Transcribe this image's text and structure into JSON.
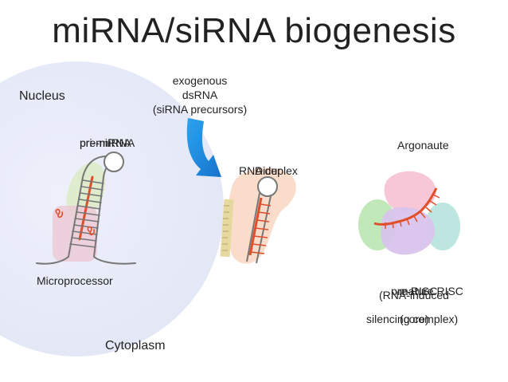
{
  "slide": {
    "title": "miRNA/siRNA biogenesis"
  },
  "labels": {
    "nucleus": "Nucleus",
    "cytoplasm": "Cytoplasm",
    "exogenous": [
      "exogenous",
      "dsRNA",
      "(siRNA precursors)"
    ],
    "pri_mirna": "pri-miRNA",
    "pre_mirna": "pre-miRNA",
    "microprocessor": "Microprocessor",
    "rna_duplex": "RNA duplex",
    "dicer": "Dicer",
    "argonaute": "Argonaute",
    "pre_risc": "pre-RISC",
    "mature_risc": "mature RISC",
    "risc_full_1": "(RNA-induced",
    "risc_full_2": "silencing complex)",
    "core_label": "(core)"
  },
  "colors": {
    "nucleus_bg": "#e9ecf8",
    "rna_strand": "#e04e2a",
    "rna_backbone": "#777777",
    "arrow_blue": "#1e8fe0",
    "protein_green": "#b9e6b0",
    "protein_pink": "#f2c6cf",
    "protein_peach": "#f8d8c4",
    "protein_lavender": "#d9c4ec",
    "protein_teal": "#b7e3dd",
    "ruler": "#e6d9a0"
  }
}
